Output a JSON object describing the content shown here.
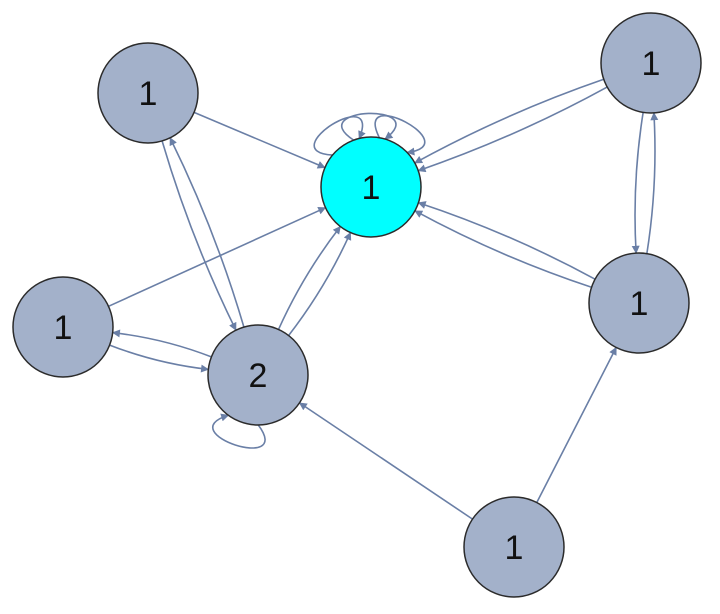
{
  "colors": {
    "node_fill": "#a3b1ca",
    "highlight_fill": "#00ffff",
    "node_stroke": "#2b2b2b",
    "edge": "#6a7fa6"
  },
  "nodes": [
    {
      "id": "center",
      "label": "1",
      "highlight": true
    },
    {
      "id": "top-left",
      "label": "1"
    },
    {
      "id": "top-right",
      "label": "1"
    },
    {
      "id": "left",
      "label": "1"
    },
    {
      "id": "hub",
      "label": "2"
    },
    {
      "id": "right",
      "label": "1"
    },
    {
      "id": "bottom",
      "label": "1"
    }
  ],
  "edges": [
    {
      "from": "top-left",
      "to": "center"
    },
    {
      "from": "top-left",
      "to": "hub"
    },
    {
      "from": "hub",
      "to": "top-left"
    },
    {
      "from": "left",
      "to": "center"
    },
    {
      "from": "left",
      "to": "hub"
    },
    {
      "from": "hub",
      "to": "left"
    },
    {
      "from": "hub",
      "to": "hub"
    },
    {
      "from": "hub",
      "to": "center"
    },
    {
      "from": "hub",
      "to": "center"
    },
    {
      "from": "top-right",
      "to": "center"
    },
    {
      "from": "top-right",
      "to": "center"
    },
    {
      "from": "top-right",
      "to": "right"
    },
    {
      "from": "right",
      "to": "top-right"
    },
    {
      "from": "right",
      "to": "center"
    },
    {
      "from": "right",
      "to": "center"
    },
    {
      "from": "bottom",
      "to": "hub"
    },
    {
      "from": "bottom",
      "to": "right"
    },
    {
      "from": "center",
      "to": "center"
    },
    {
      "from": "center",
      "to": "center"
    },
    {
      "from": "center",
      "to": "center"
    }
  ]
}
